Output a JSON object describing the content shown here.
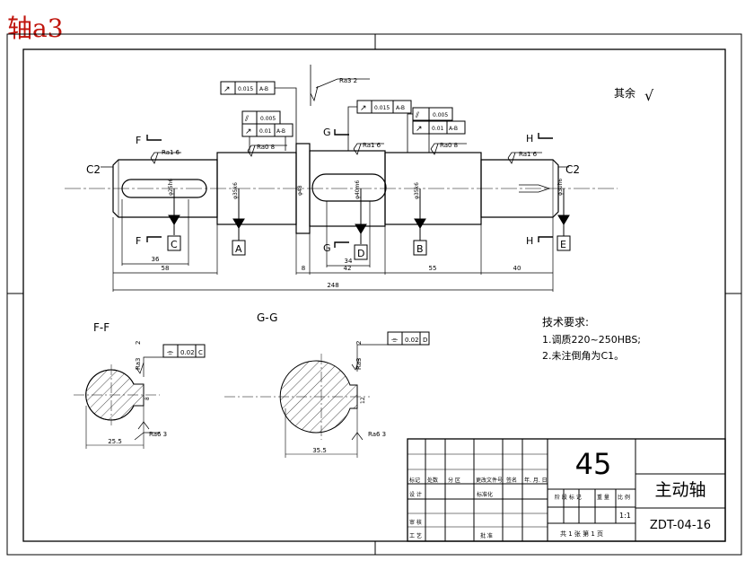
{
  "corner_title": "轴a3",
  "rest_note": "其余",
  "rest_roughness_mark": "√",
  "gdt": {
    "f1": {
      "sym": "↗",
      "tol": "0.015",
      "datum": "A-B"
    },
    "f2": {
      "sym": "⫽",
      "tol": "0.005"
    },
    "f3": {
      "sym": "↗",
      "tol": "0.01",
      "datum": "A-B"
    },
    "f4": {
      "sym": "↗",
      "tol": "0.015",
      "datum": "A-B"
    },
    "f5": {
      "sym": "⫽",
      "tol": "0.005"
    },
    "f6": {
      "sym": "↗",
      "tol": "0.01",
      "datum": "A-B"
    },
    "f7": {
      "sym": "⌯",
      "tol": "0.02",
      "datum": "C"
    },
    "f8": {
      "sym": "⌯",
      "tol": "0.02",
      "datum": "D"
    }
  },
  "roughness": {
    "r1": "Ra3   2",
    "r2": "Ra1   6",
    "r3": "Ra0   8",
    "r4": "Ra1   6",
    "r5": "Ra0   8",
    "r6": "Ra1   6",
    "r7": "Ra3",
    "r7b": "2",
    "r8": "Ra6   3",
    "r9": "Ra3",
    "r9b": "2",
    "r10": "Ra6   3"
  },
  "section_marks": {
    "F": "F",
    "G": "G",
    "H": "H"
  },
  "datums": {
    "A": "A",
    "B": "B",
    "C": "C",
    "D": "D",
    "E": "E"
  },
  "chamfers": {
    "left": "C2",
    "right": "C2"
  },
  "diameters": {
    "d1": "φ25h6",
    "d2": "φ35k6",
    "d3": "φ48",
    "d4": "φ40m6",
    "d5": "φ35k6",
    "d6": "φ30h6"
  },
  "dimensions": {
    "d36": "36",
    "d58": "58",
    "d8": "8",
    "d34": "34",
    "d42": "42",
    "d55": "55",
    "d40": "40",
    "d248": "248"
  },
  "sections": {
    "ff_title": "F-F",
    "gg_title": "G-G",
    "ff_width": "25.5",
    "ff_height": "8",
    "gg_width": "35.5",
    "gg_height": "12"
  },
  "tech": {
    "title": "技术要求:",
    "line1": "1.调质220~250HBS;",
    "line2": "2.未注倒角为C1。"
  },
  "title_block": {
    "material": "45",
    "part_name": "主动轴",
    "drawing_no": "ZDT-04-16",
    "scale": "1:1",
    "sheet": "共 1 张     第 1 页",
    "h_mark": "标记",
    "h_count": "处数",
    "h_zone": "分 区",
    "h_doc": "更改文件号",
    "h_sign": "签名",
    "h_date": "年. 月. 日",
    "r_design": "设 计",
    "r_std": "标准化",
    "r_check": "审 核",
    "r_process": "工 艺",
    "r_approve": "批 准",
    "stage_label": "阶 段 标 记",
    "weight_label": "重 量",
    "scale_label": "比 例"
  }
}
